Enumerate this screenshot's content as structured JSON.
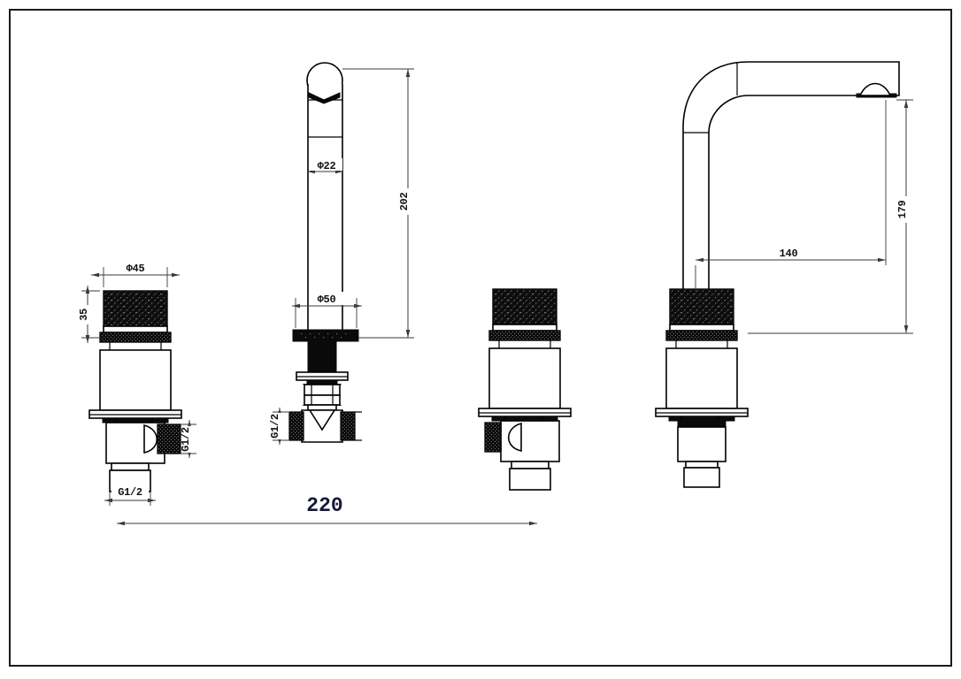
{
  "document": {
    "title": "Faucet Assembly Technical Drawing",
    "type": "engineering-dimension-drawing",
    "units": "mm",
    "background_color": "#ffffff",
    "line_color": "#000000",
    "dimension_text_color": "#111111",
    "major_dimension_text_color": "#161a35"
  },
  "dimensions": {
    "handle_diameter": "Φ45",
    "handle_height": "35",
    "handle_inlet_thread": "G1/2",
    "handle_bottom_thread": "G1/2",
    "spout_tube_diameter": "Φ22",
    "spout_base_diameter": "Φ50",
    "spout_total_height": "202",
    "spout_inlet_thread": "G1/2",
    "gooseneck_height": "179",
    "gooseneck_reach": "140",
    "overall_spread": "220"
  },
  "views": [
    {
      "id": "view-left-handle",
      "name": "left-handle-valve-assembly",
      "description": "Left knurled handle valve with side G1/2 inlet and bottom G1/2 thread",
      "labels": [
        "Φ45",
        "35",
        "G1/2",
        "G1/2"
      ]
    },
    {
      "id": "view-center-spout",
      "name": "center-spout-front-elevation",
      "description": "Straight vertical spout front view with base flange and G1/2 tee fitting",
      "labels": [
        "Φ22",
        "Φ50",
        "202",
        "G1/2"
      ]
    },
    {
      "id": "view-right-handle",
      "name": "right-handle-valve-assembly",
      "description": "Right knurled handle valve mirrored, with side port and bottom thread",
      "labels": []
    },
    {
      "id": "view-gooseneck-spout",
      "name": "gooseneck-spout-side-elevation",
      "description": "Side elevation of gooseneck spout showing reach and height",
      "labels": [
        "179",
        "140"
      ]
    }
  ],
  "annotations": {
    "phi45": "Φ45",
    "h35": "35",
    "g12_a": "G1/2",
    "g12_b": "G1/2",
    "phi22": "Φ22",
    "phi50": "Φ50",
    "h202": "202",
    "g12_c": "G1/2",
    "h179": "179",
    "w140": "140",
    "w220": "220"
  }
}
